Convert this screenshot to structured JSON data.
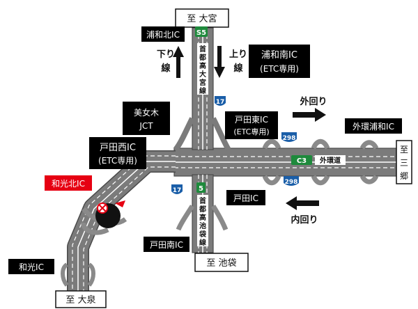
{
  "destinations": {
    "north": "至 大宮",
    "south": "至 池袋",
    "southwest": "至 大泉",
    "east_char1": "至",
    "east_char2": "三",
    "east_char3": "郷"
  },
  "route_shields": {
    "s5_top": "S5",
    "r17_top": "17",
    "r298_top": "298",
    "r298_bottom": "298",
    "r17_bottom": "17",
    "r5_bottom": "5",
    "c3": "C3"
  },
  "road_names": {
    "omiya_line_chars": [
      "首",
      "都",
      "高",
      "大",
      "宮",
      "線"
    ],
    "ikebukuro_line_chars": [
      "首",
      "都",
      "高",
      "池",
      "袋",
      "線"
    ],
    "gaikan": "外環道"
  },
  "interchanges": {
    "urawa_kita": "浦和北IC",
    "urawa_minami_1": "浦和南IC",
    "urawa_minami_2": "(ETC専用)",
    "bijogi_1": "美女木",
    "bijogi_2": "JCT",
    "toda_higashi_1": "戸田東IC",
    "toda_higashi_2": "(ETC専用)",
    "gaikan_urawa": "外環浦和IC",
    "toda_nishi_1": "戸田西IC",
    "toda_nishi_2": "(ETC専用)",
    "wako_kita": "和光北IC",
    "toda": "戸田IC",
    "toda_minami": "戸田南IC",
    "wako": "和光IC"
  },
  "directions": {
    "kudari_1": "下り",
    "kudari_2": "線",
    "nobori_1": "上り",
    "nobori_2": "線",
    "sotomawari": "外回り",
    "uchimawari": "内回り"
  },
  "colors": {
    "road": "#7b7b7b",
    "lane_line": "#ffffff",
    "label_bg": "#000000",
    "highlight_bg": "#e60012",
    "shield_green": "#1e8a3c",
    "shield_blue": "#1a5ea8"
  }
}
